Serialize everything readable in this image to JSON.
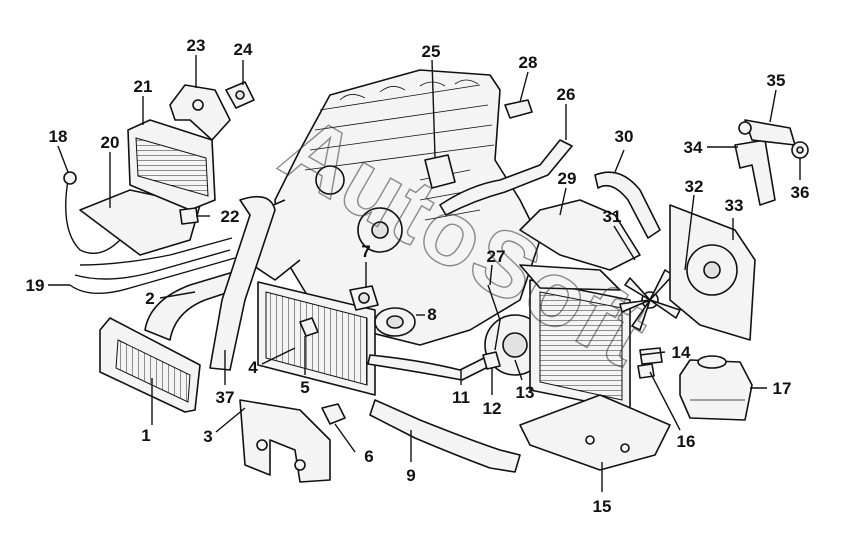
{
  "watermark": "AutoSoft",
  "callouts": [
    "1",
    "2",
    "3",
    "4",
    "5",
    "6",
    "7",
    "8",
    "9",
    "11",
    "12",
    "13",
    "14",
    "15",
    "16",
    "17",
    "18",
    "19",
    "20",
    "21",
    "22",
    "23",
    "24",
    "25",
    "26",
    "27",
    "28",
    "29",
    "30",
    "31",
    "32",
    "33",
    "34",
    "35",
    "36",
    "37"
  ]
}
